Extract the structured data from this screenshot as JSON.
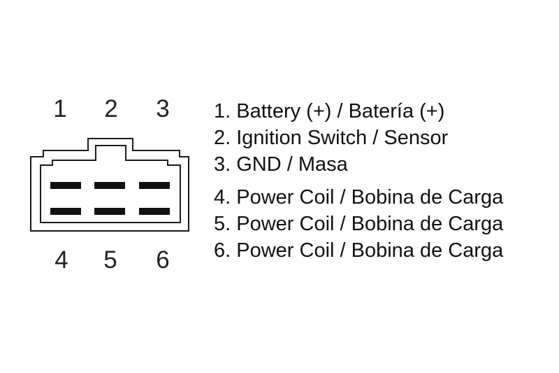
{
  "page": {
    "background_color": "#ffffff",
    "line_color": "#1a1a1a",
    "text_color": "#111111"
  },
  "connector": {
    "description": "6-pin connector front view",
    "top_pin_numbers": [
      "1",
      "2",
      "3"
    ],
    "bottom_pin_numbers": [
      "4",
      "5",
      "6"
    ]
  },
  "legend": {
    "items": [
      "1. Battery (+) / Batería (+)",
      "2. Ignition Switch / Sensor",
      "3. GND / Masa",
      "4. Power Coil / Bobina de Carga",
      "5. Power Coil / Bobina de Carga",
      "6. Power Coil / Bobina de Carga"
    ]
  }
}
